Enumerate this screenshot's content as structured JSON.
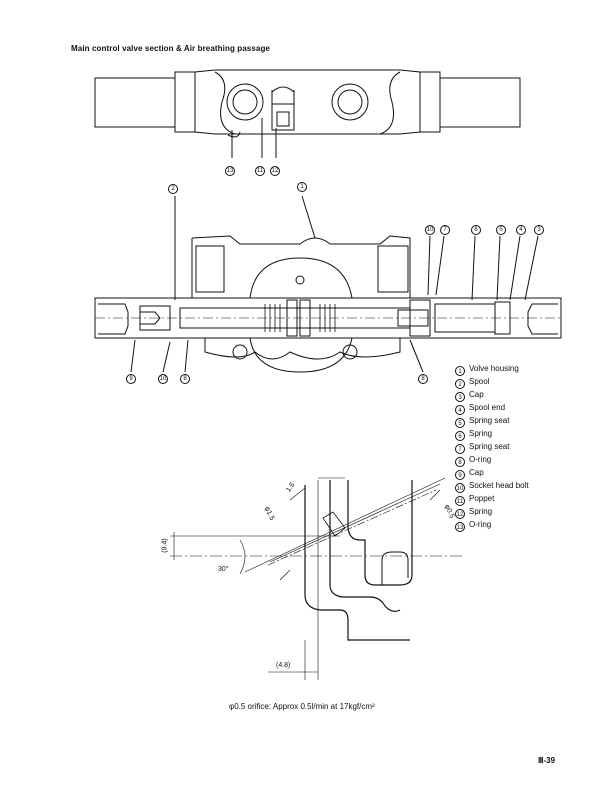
{
  "title": "Main control valve section & Air breathing passage",
  "legend": [
    {
      "num": "1",
      "label": "Volve housing"
    },
    {
      "num": "2",
      "label": "Spool"
    },
    {
      "num": "3",
      "label": "Cap"
    },
    {
      "num": "4",
      "label": "Spool end"
    },
    {
      "num": "5",
      "label": "Spring seat"
    },
    {
      "num": "6",
      "label": "Spring"
    },
    {
      "num": "7",
      "label": "Spring seat"
    },
    {
      "num": "8",
      "label": "O-ring"
    },
    {
      "num": "9",
      "label": "Cap"
    },
    {
      "num": "10",
      "label": "Socket head bolt"
    },
    {
      "num": "11",
      "label": "Poppet"
    },
    {
      "num": "12",
      "label": "Spring"
    },
    {
      "num": "13",
      "label": "O-ring"
    }
  ],
  "top_callouts": [
    "13",
    "11",
    "12"
  ],
  "mid_callouts_top": [
    "2",
    "1",
    "10",
    "7",
    "6",
    "5",
    "4",
    "3"
  ],
  "mid_callouts_bottom": [
    "9",
    "10",
    "8",
    "8"
  ],
  "dimensions": {
    "d1": "1.5",
    "d2": "φ1.5",
    "d3": "φ0.5",
    "d4": "(9.4)",
    "d5": "30°",
    "d6": "(4.8)"
  },
  "caption": "φ0.5 orifice: Approx 0.5l/min at 17kgf/cm²",
  "page_number": "Ⅲ-39"
}
